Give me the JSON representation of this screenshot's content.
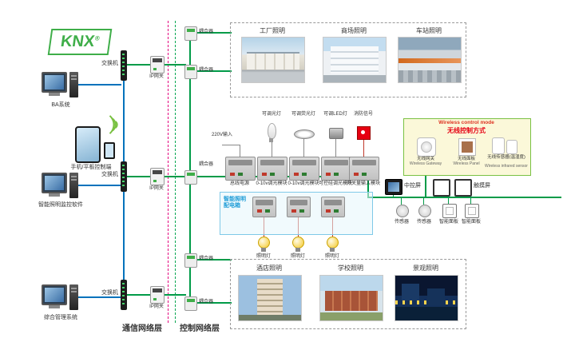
{
  "logo": {
    "text": "KNX"
  },
  "legend": {
    "comm": "通信网络层",
    "ctrl": "控制网络层"
  },
  "left": {
    "computers": [
      {
        "label": "BA系统"
      },
      {
        "label": "智能照明监控软件"
      },
      {
        "label": "综合管理系统"
      }
    ],
    "tablet": {
      "label": "手机/平板控制端"
    }
  },
  "network": {
    "switch_label": "交换机",
    "gateway_label": "IP网关",
    "coupler_label": "耦合器"
  },
  "scenes": {
    "top": [
      {
        "label": "工厂照明"
      },
      {
        "label": "商场照明"
      },
      {
        "label": "车站照明"
      }
    ],
    "bottom": [
      {
        "label": "酒店照明"
      },
      {
        "label": "学校照明"
      },
      {
        "label": "景观照明"
      }
    ]
  },
  "loads": {
    "power_input": "220V输入",
    "items": [
      {
        "label": "可调光灯"
      },
      {
        "label": "可调荧光灯"
      },
      {
        "label": "可调LED灯"
      },
      {
        "label": "消防信号"
      }
    ]
  },
  "modules": [
    {
      "label": "总线电源"
    },
    {
      "label": "0-10v调光模块"
    },
    {
      "label": "0-10v调光模块"
    },
    {
      "label": "可控硅调光模块"
    },
    {
      "label": "开关量输入模块"
    }
  ],
  "dist_box": {
    "title_line1": "智能照明",
    "title_line2": "配电箱",
    "lamp_label": "照明灯"
  },
  "wireless": {
    "title_en": "Wireless control mode",
    "title_cn": "无线控制方式",
    "devices": [
      {
        "cn": "无线网关",
        "en": "Wireless Gateway"
      },
      {
        "cn": "无线面板",
        "en": "Wireless Panel"
      },
      {
        "cn": "无线传感器(温湿度)",
        "en": "Wireless infrared sensor"
      }
    ]
  },
  "right": {
    "screen": "中控屏",
    "touch": "触摸屏",
    "items": [
      {
        "label": "传感器"
      },
      {
        "label": "传感器"
      },
      {
        "label": "智能面板"
      },
      {
        "label": "智能面板"
      }
    ]
  }
}
